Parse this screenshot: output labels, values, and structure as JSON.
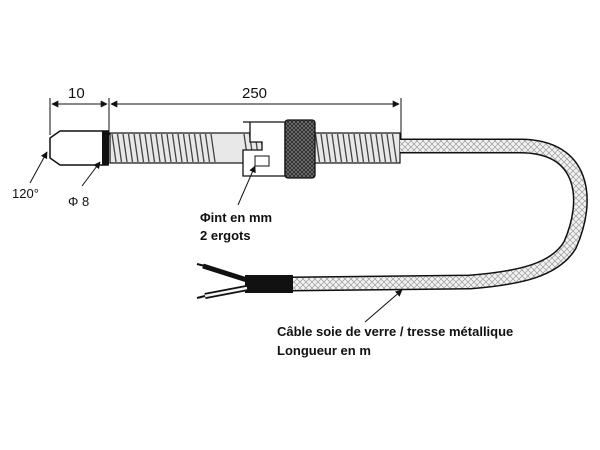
{
  "diagram": {
    "dim_tip": "10",
    "dim_length": "250",
    "angle": "120°",
    "diameter": "Φ 8",
    "nut_note_line1": "Φint en  mm",
    "nut_note_line2": "2 ergots",
    "cable_note_line1": "Câble soie de verre / tresse métallique",
    "cable_note_line2": "Longueur en m"
  }
}
